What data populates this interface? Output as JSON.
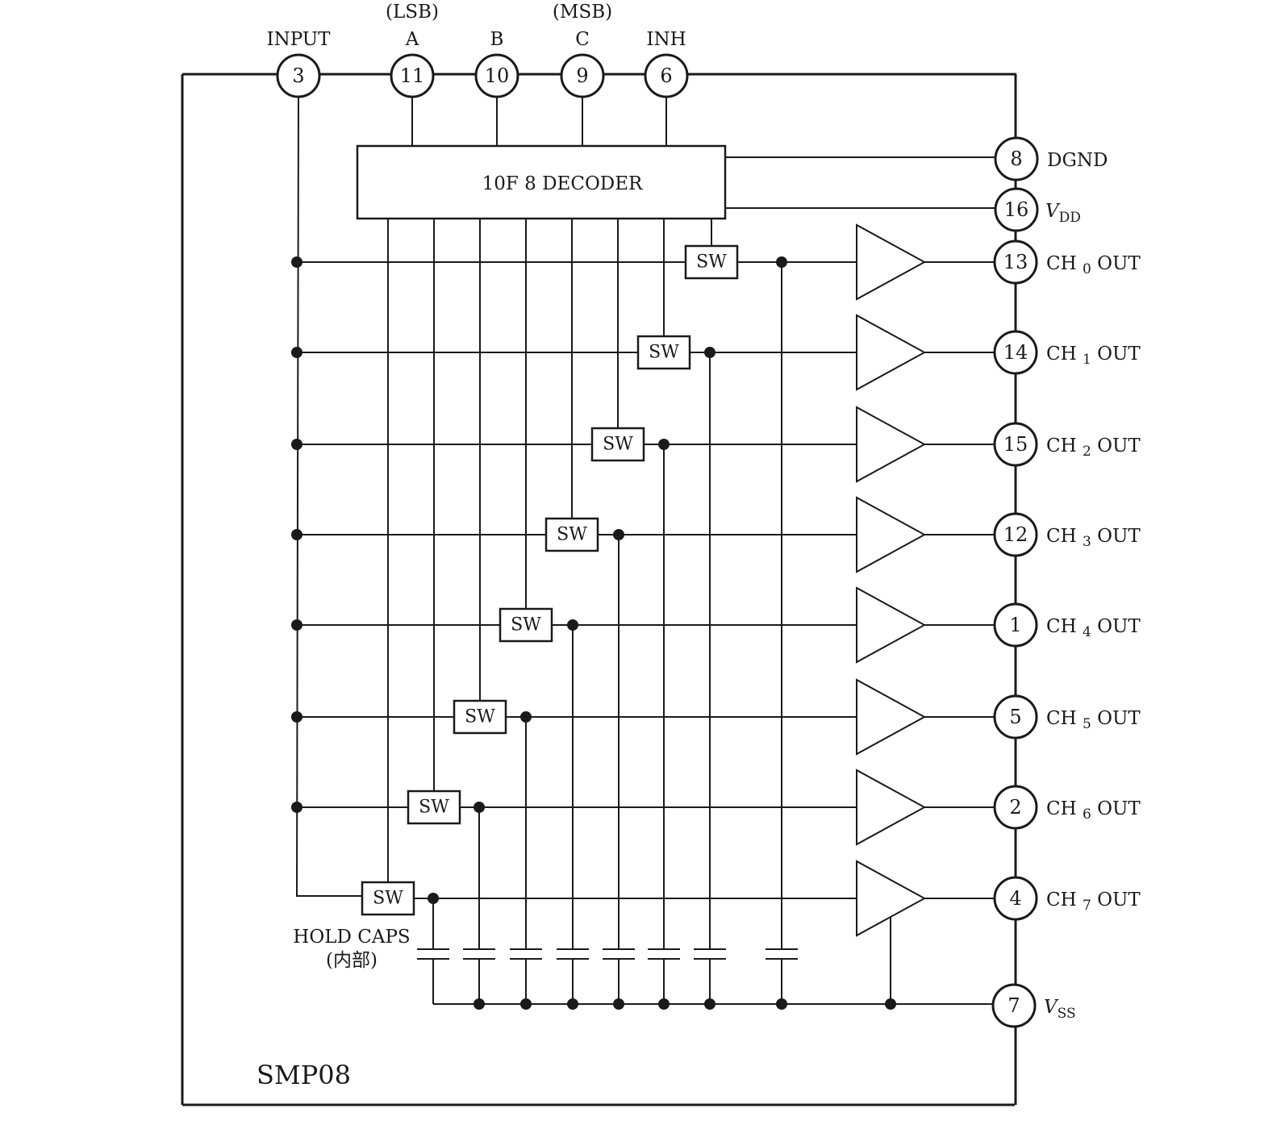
{
  "chip_name": "SMP08",
  "decoder_label": "10F 8 DECODER",
  "switch_label": "SW",
  "hold_caps_label": "HOLD CAPS",
  "hold_caps_note": "(内部)",
  "top_pins": [
    {
      "label": "INPUT",
      "sublabel": "",
      "number": "3"
    },
    {
      "label": "A",
      "sublabel": "(LSB)",
      "number": "11"
    },
    {
      "label": "B",
      "sublabel": "",
      "number": "10"
    },
    {
      "label": "C",
      "sublabel": "(MSB)",
      "number": "9"
    },
    {
      "label": "INH",
      "sublabel": "",
      "number": "6"
    }
  ],
  "power_pins": {
    "dgnd": {
      "label": "DGND",
      "number": "8"
    },
    "vdd": {
      "label": "V",
      "subscript": "DD",
      "number": "16"
    },
    "vss": {
      "label": "V",
      "subscript": "SS",
      "number": "7"
    }
  },
  "outputs": [
    {
      "prefix": "CH",
      "index": "0",
      "suffix": "OUT",
      "number": "13"
    },
    {
      "prefix": "CH",
      "index": "1",
      "suffix": "OUT",
      "number": "14"
    },
    {
      "prefix": "CH",
      "index": "2",
      "suffix": "OUT",
      "number": "15"
    },
    {
      "prefix": "CH",
      "index": "3",
      "suffix": "OUT",
      "number": "12"
    },
    {
      "prefix": "CH",
      "index": "4",
      "suffix": "OUT",
      "number": "1"
    },
    {
      "prefix": "CH",
      "index": "5",
      "suffix": "OUT",
      "number": "5"
    },
    {
      "prefix": "CH",
      "index": "6",
      "suffix": "OUT",
      "number": "2"
    },
    {
      "prefix": "CH",
      "index": "7",
      "suffix": "OUT",
      "number": "4"
    }
  ]
}
